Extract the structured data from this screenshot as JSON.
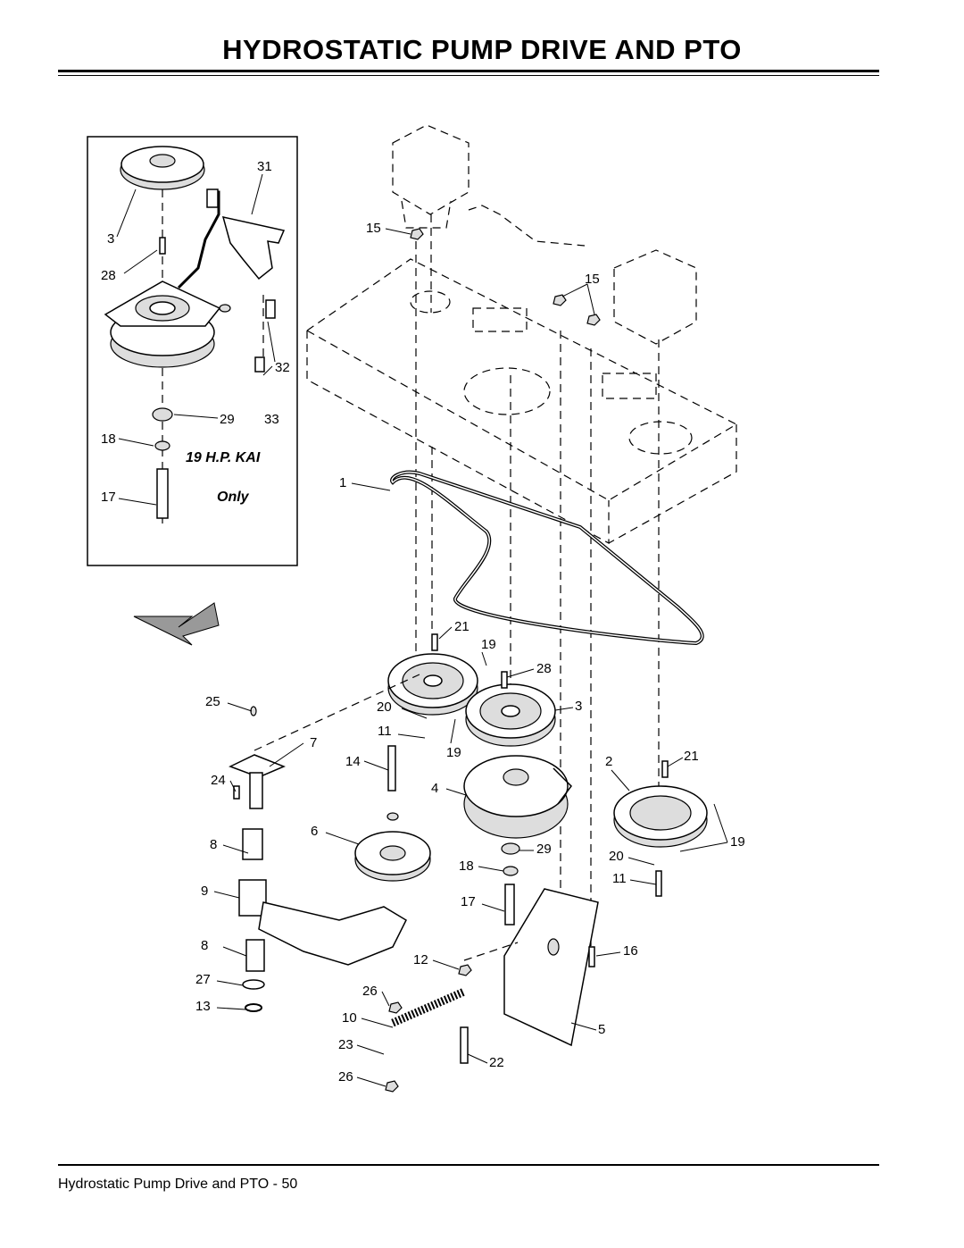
{
  "page": {
    "title": "HYDROSTATIC PUMP DRIVE AND PTO",
    "footer": "Hydrostatic Pump Drive and PTO - 50"
  },
  "inset": {
    "note_line1": "19 H.P. KAI",
    "note_line2": "Only"
  },
  "callouts": {
    "c31": "31",
    "c3a": "3",
    "c28a": "28",
    "c32": "32",
    "c29a": "29",
    "c33": "33",
    "c18a": "18",
    "c17a": "17",
    "c15a": "15",
    "c15b": "15",
    "c1": "1",
    "c21a": "21",
    "c19a": "19",
    "c28b": "28",
    "c3b": "3",
    "c25": "25",
    "c20a": "20",
    "c11a": "11",
    "c19b": "19",
    "c7": "7",
    "c14": "14",
    "c24": "24",
    "c4": "4",
    "c2": "2",
    "c21b": "21",
    "c6": "6",
    "c8a": "8",
    "c29b": "29",
    "c18b": "18",
    "c19c": "19",
    "c20b": "20",
    "c11b": "11",
    "c9": "9",
    "c17b": "17",
    "c8b": "8",
    "c12": "12",
    "c16": "16",
    "c27": "27",
    "c26a": "26",
    "c13": "13",
    "c10": "10",
    "c5": "5",
    "c23": "23",
    "c22": "22",
    "c26b": "26"
  }
}
